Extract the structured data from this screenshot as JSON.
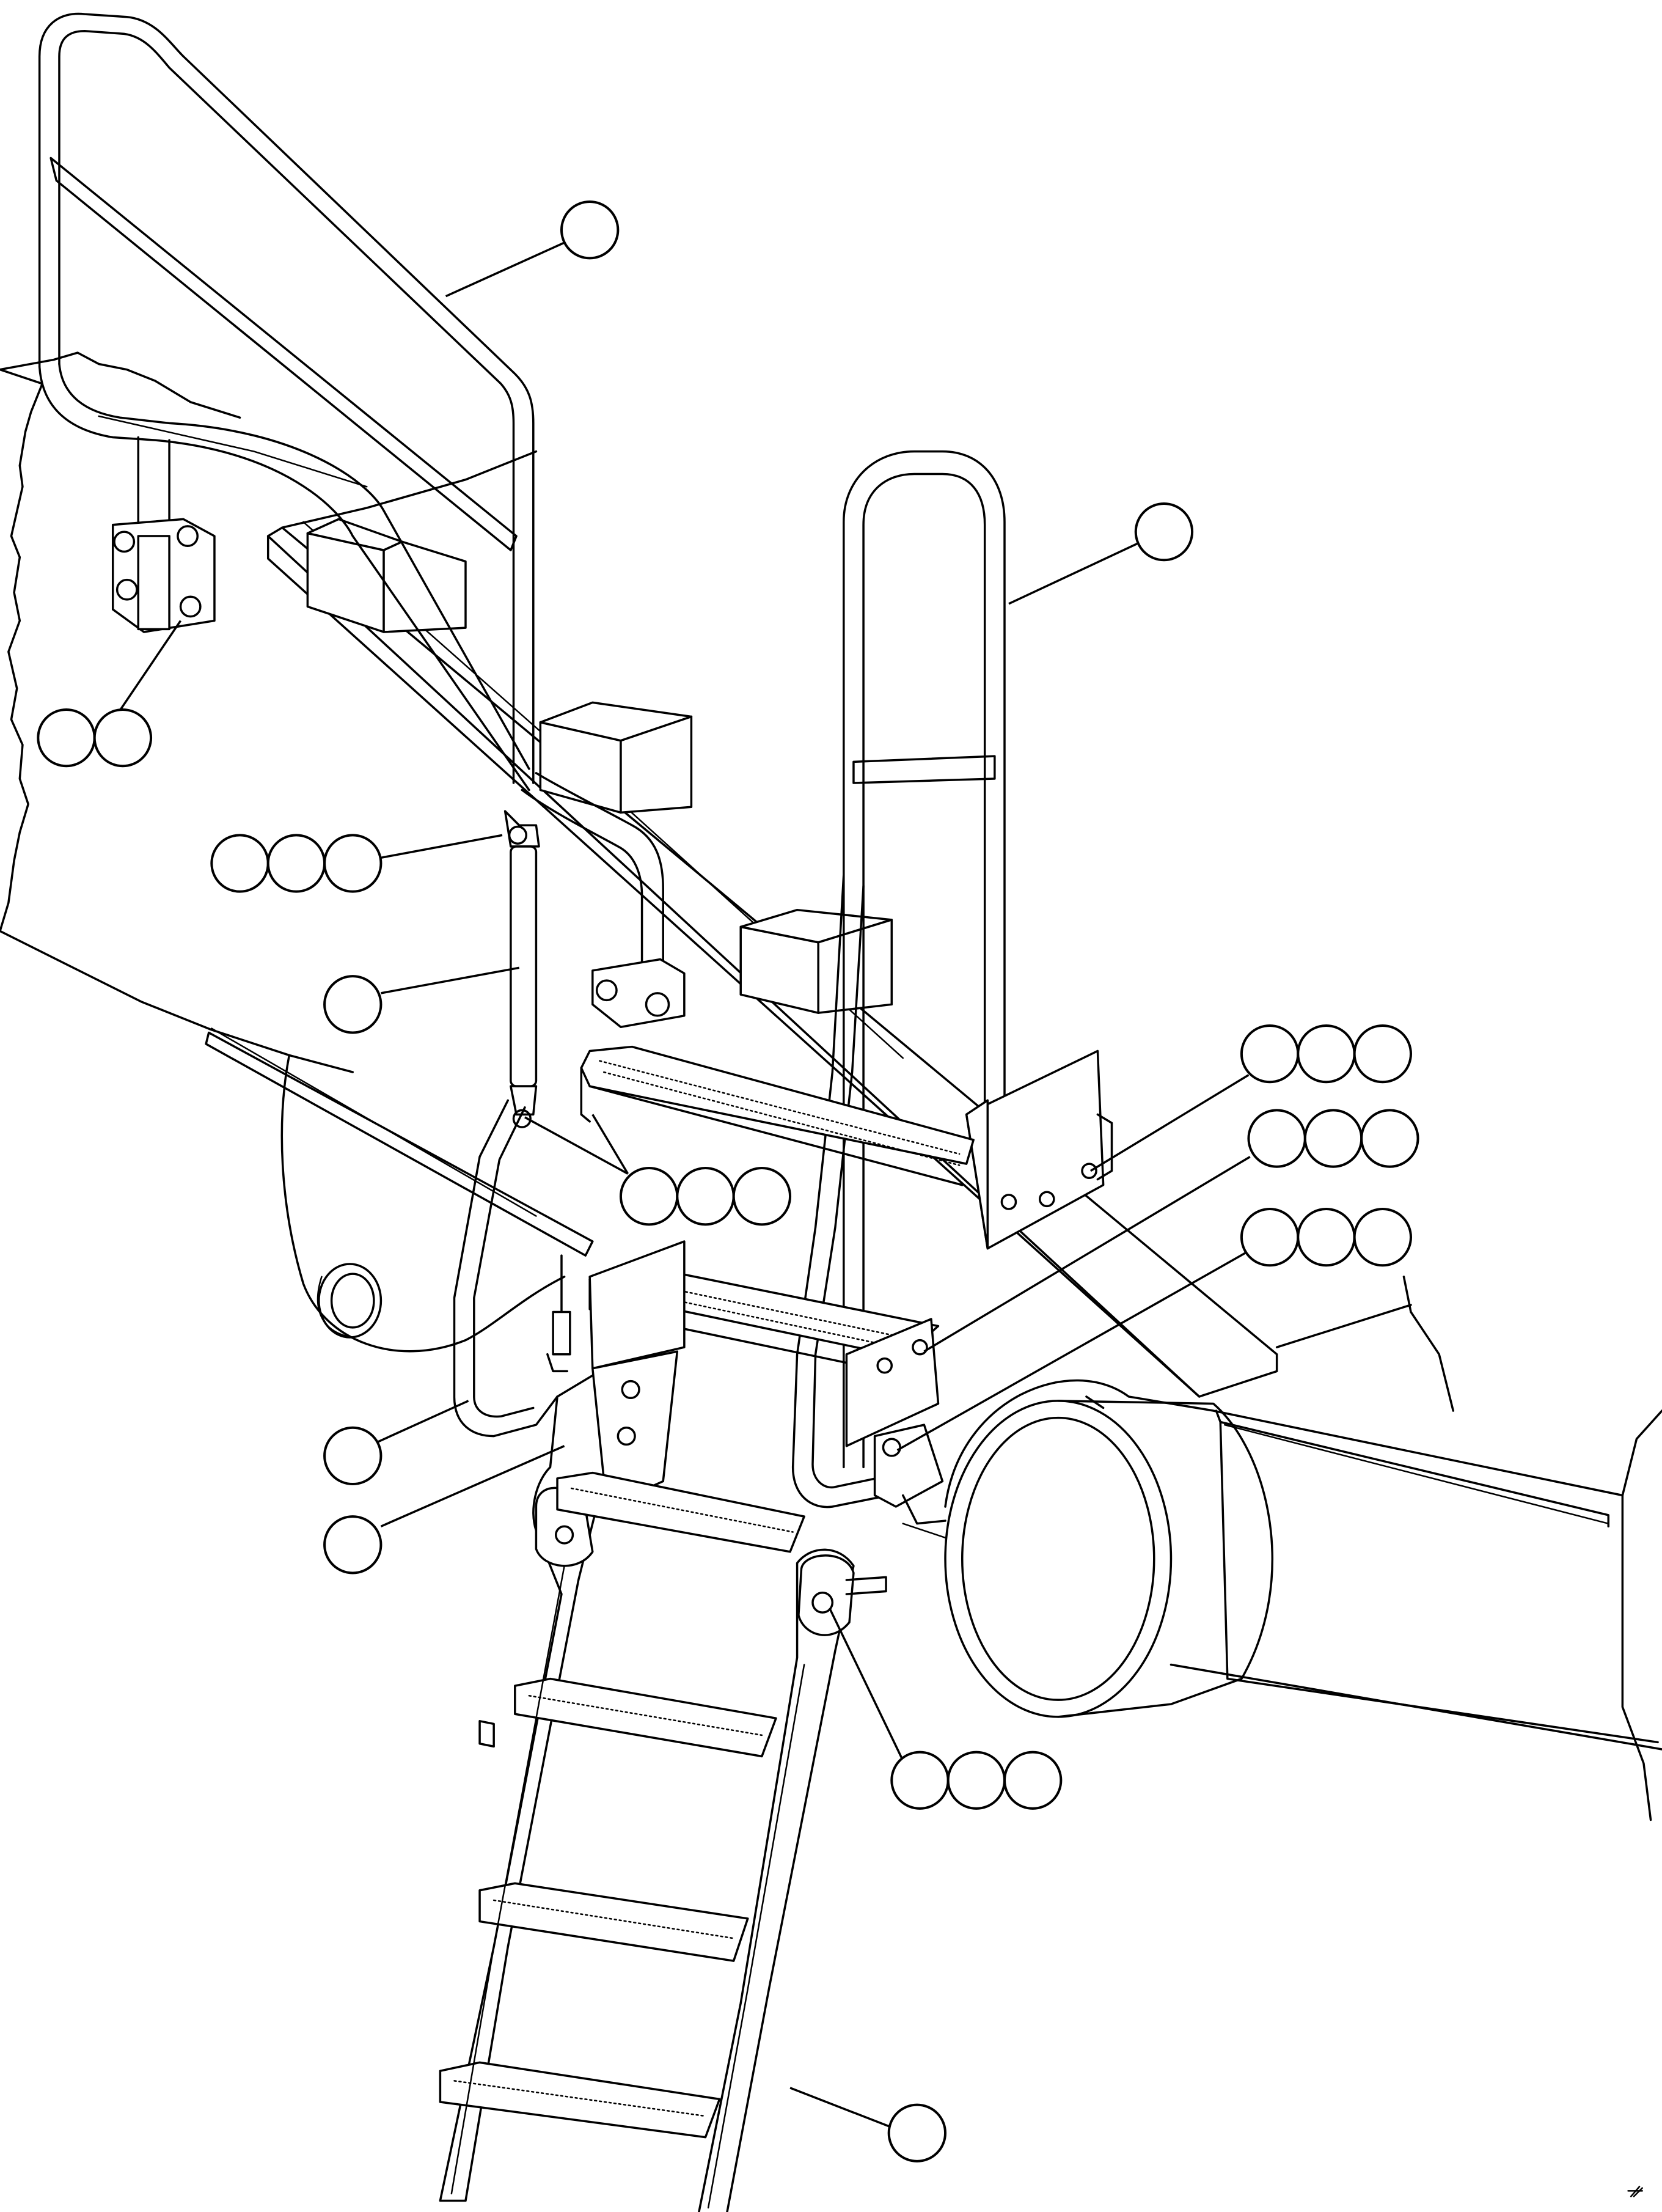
{
  "figure": {
    "code": "",
    "balloon_groups": [
      {
        "name": "balloon-group-handrail-upper",
        "count": 1
      },
      {
        "name": "balloon-group-handrail-right",
        "count": 1
      },
      {
        "name": "balloon-group-clamp-bolts",
        "count": 2
      },
      {
        "name": "balloon-group-cylinder-top-pin",
        "count": 3
      },
      {
        "name": "balloon-group-gas-cylinder",
        "count": 1
      },
      {
        "name": "balloon-group-cylinder-bottom-pin",
        "count": 3
      },
      {
        "name": "balloon-group-platform-bolts-1",
        "count": 3
      },
      {
        "name": "balloon-group-platform-bolts-2",
        "count": 3
      },
      {
        "name": "balloon-group-platform-bolts-3",
        "count": 3
      },
      {
        "name": "balloon-group-lower-handrail",
        "count": 1
      },
      {
        "name": "balloon-group-pivot-bracket",
        "count": 1
      },
      {
        "name": "balloon-group-pivot-pin",
        "count": 3
      },
      {
        "name": "balloon-group-ladder",
        "count": 1
      }
    ]
  }
}
